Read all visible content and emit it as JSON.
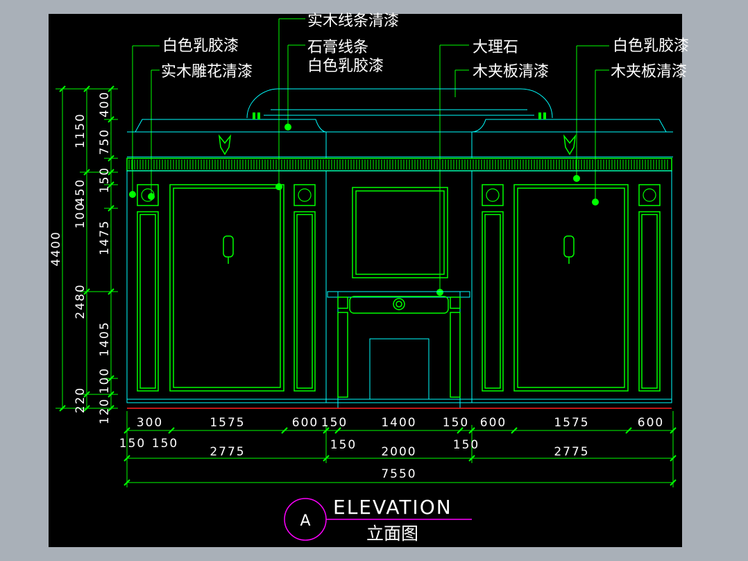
{
  "annotations": {
    "solid_wood_line_lacquer": "实木线条清漆",
    "white_latex_left": "白色乳胶漆",
    "carved_wood_lacquer": "实木雕花清漆",
    "gypsum_line": "石膏线条",
    "gypsum_white_latex": "白色乳胶漆",
    "marble": "大理石",
    "plywood_lacquer_center": "木夹板清漆",
    "white_latex_right": "白色乳胶漆",
    "plywood_lacquer_right": "木夹板清漆"
  },
  "vertical_dims": {
    "total": "4400",
    "outer": [
      "1150",
      "2480",
      "220"
    ],
    "inner": [
      "400",
      "750",
      "150",
      "450",
      "100",
      "1475",
      "1405",
      "100",
      "120"
    ]
  },
  "horizontal_dims": {
    "row1": [
      "300",
      "1575",
      "600",
      "150",
      "1400",
      "150",
      "600",
      "1575",
      "600"
    ],
    "row2": [
      "150",
      "150",
      "150",
      "150"
    ],
    "row3": [
      "2775",
      "2000",
      "2775"
    ],
    "total": "7550"
  },
  "title": {
    "circle_letter": "A",
    "english": "ELEVATION",
    "chinese": "立面图"
  },
  "colors": {
    "background": "#000000",
    "frame": "#a9b0b8",
    "green": "#00ff00",
    "cyan": "#00ffff",
    "magenta": "#ff00ff",
    "red": "#ff2020",
    "white": "#ffffff"
  }
}
